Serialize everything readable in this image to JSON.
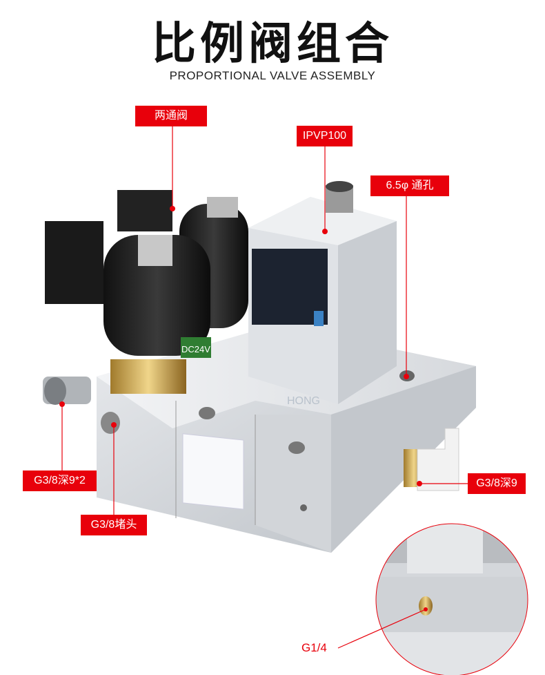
{
  "title": "比例阀组合",
  "subtitle": "PROPORTIONAL VALVE ASSEMBLY",
  "labels": {
    "two_way_valve": "两通阀",
    "ipvp": "IPVP100",
    "through_hole": "6.5φ 通孔",
    "port_g38_depth_x2": "G3/8深9*2",
    "plug": "G3/8堵头",
    "port_g38_depth": "G3/8深9",
    "g14": "G1/4"
  },
  "product_marks": {
    "coil_label": "DC24V",
    "watermark": "HONG"
  },
  "colors": {
    "accent": "#e8000b"
  }
}
